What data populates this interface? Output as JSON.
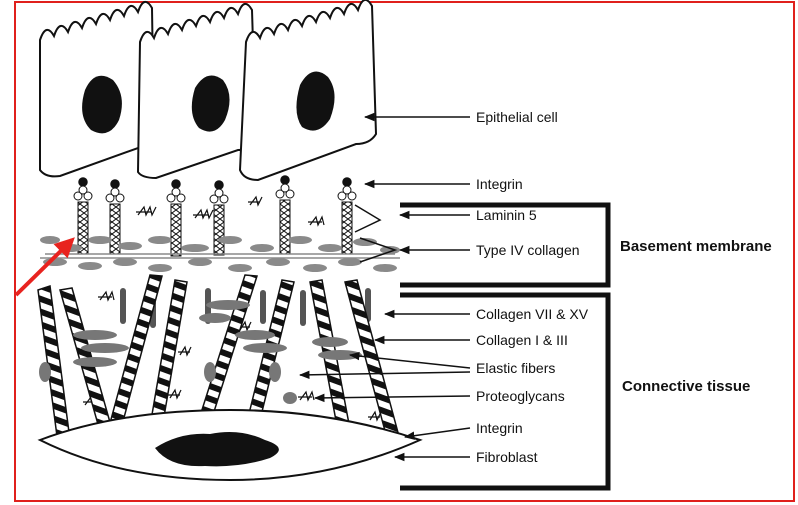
{
  "colors": {
    "frame": "#e0201c",
    "pointer_arrow": "#e8231f",
    "ink": "#111111",
    "fiber_gray": "#8a8a8a"
  },
  "labels": {
    "epithelial_cell": "Epithelial cell",
    "integrin_top": "Integrin",
    "laminin_5": "Laminin 5",
    "type_iv_collagen": "Type IV collagen",
    "collagen_vii_xv": "Collagen VII & XV",
    "collagen_i_iii": "Collagen I & III",
    "elastic_fibers": "Elastic fibers",
    "proteoglycans": "Proteoglycans",
    "integrin_bottom": "Integrin",
    "fibroblast": "Fibroblast"
  },
  "regions": {
    "basement_membrane": "Basement membrane",
    "connective_tissue": "Connective tissue"
  },
  "icons": [
    "epithelial-cell-icon",
    "nucleus-icon",
    "fibroblast-icon",
    "red-pointer-arrow-icon"
  ]
}
